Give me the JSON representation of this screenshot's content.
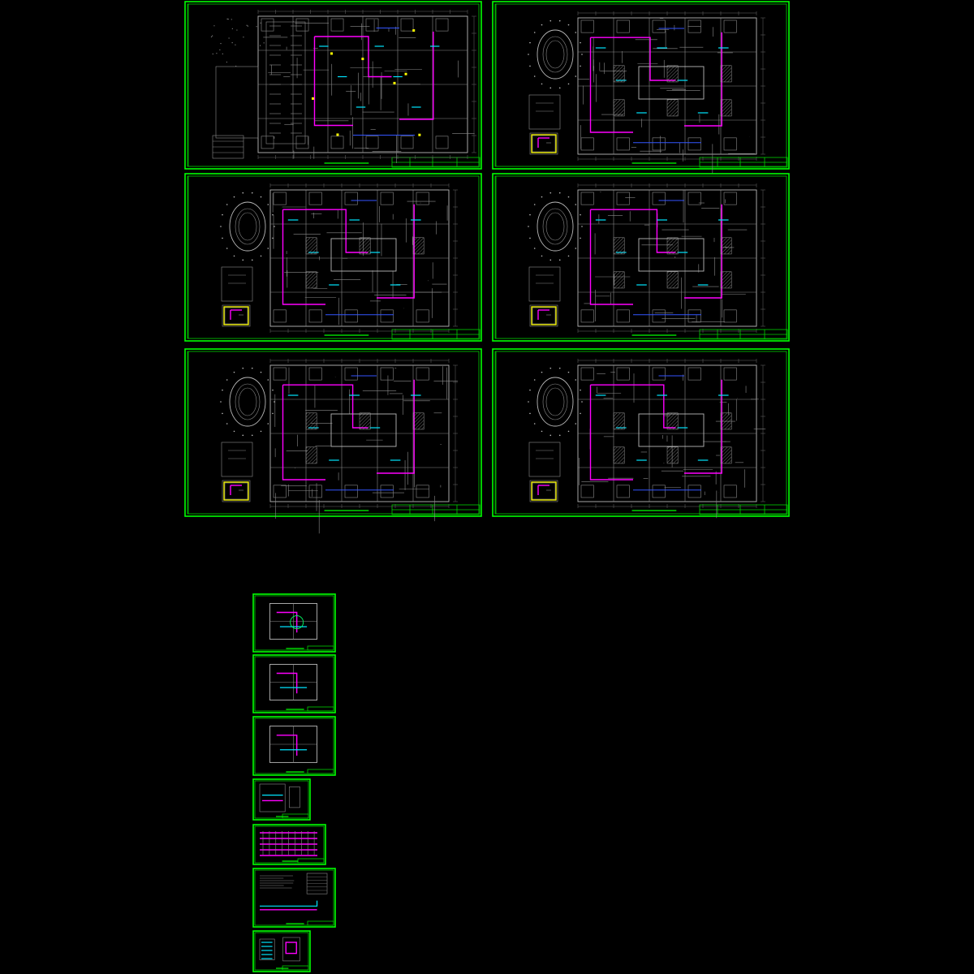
{
  "drawing_set": {
    "large_sheets": [
      {
        "id": "sheet-1",
        "kind": "basement-plan",
        "title": ""
      },
      {
        "id": "sheet-2",
        "kind": "floor-plan-oval",
        "title": ""
      },
      {
        "id": "sheet-3",
        "kind": "floor-plan-oval",
        "title": ""
      },
      {
        "id": "sheet-4",
        "kind": "floor-plan-oval",
        "title": ""
      },
      {
        "id": "sheet-5",
        "kind": "floor-plan-oval",
        "title": ""
      },
      {
        "id": "sheet-6",
        "kind": "floor-plan-oval",
        "title": ""
      }
    ],
    "small_sheets": [
      {
        "id": "small-1",
        "kind": "detail-plan"
      },
      {
        "id": "small-2",
        "kind": "detail-plan"
      },
      {
        "id": "small-3",
        "kind": "detail-plan"
      },
      {
        "id": "small-4",
        "kind": "equipment-room"
      },
      {
        "id": "small-5",
        "kind": "riser-diagram"
      },
      {
        "id": "small-6",
        "kind": "notes-sheet"
      },
      {
        "id": "small-7",
        "kind": "legend-sheet"
      }
    ]
  },
  "colors": {
    "background": "#000000",
    "frame": "#00ff00",
    "walls": "#8a8a8a",
    "pipe_magenta": "#ff00ff",
    "pipe_cyan": "#00e5ff",
    "pipe_blue": "#3355ff",
    "highlight_yellow": "#ffff00"
  }
}
